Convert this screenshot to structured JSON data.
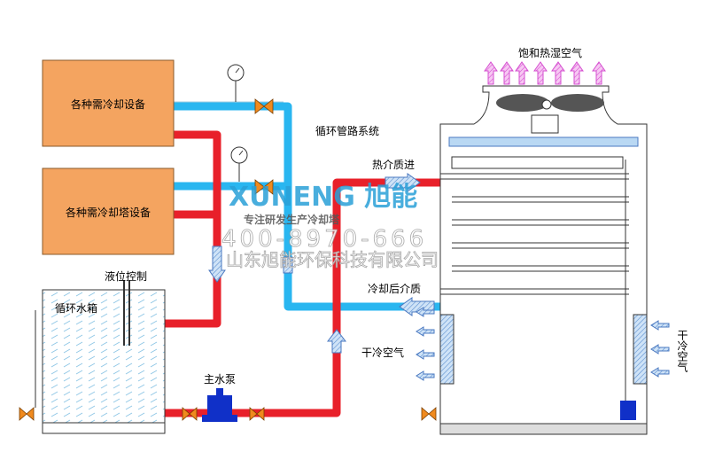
{
  "equipment": {
    "box1_label": "各种需冷却设备",
    "box2_label": "各种需冷却塔设备",
    "box_color": "#F4A460"
  },
  "tank": {
    "level_control_label": "液位控制",
    "tank_label": "循环水箱"
  },
  "pump": {
    "label": "主水泵"
  },
  "piping": {
    "system_label": "循环管路系统",
    "hot_in_label": "热介质进",
    "cooled_out_label": "冷却后介质",
    "hot_color": "#E8202A",
    "cold_color": "#29B6F0"
  },
  "tower": {
    "exhaust_label": "饱和热湿空气",
    "dry_air_label_left": "干冷空气",
    "dry_air_label_right": "干冷空气"
  },
  "watermark": {
    "brand": "XUNENG 旭能",
    "slogan": "专注研发生产冷却塔",
    "phone": "400-8970-666",
    "company": "山东旭能环保科技有限公司"
  }
}
